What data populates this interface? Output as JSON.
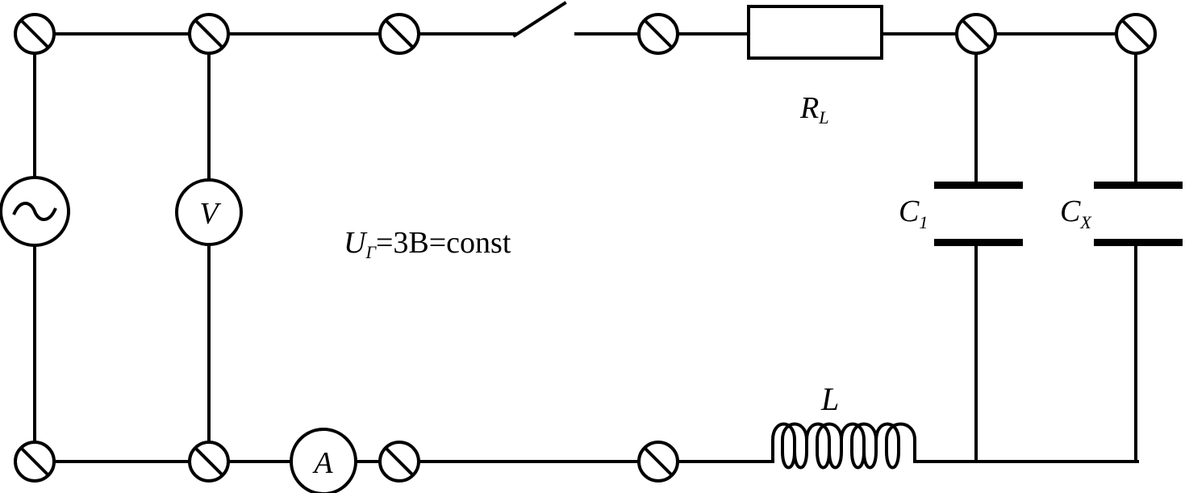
{
  "labels": {
    "resistor": "R",
    "resistor_sub": "L",
    "inductor": "L",
    "capacitor1": "C",
    "capacitor1_sub": "1",
    "capacitor2": "C",
    "capacitor2_sub": "X",
    "voltmeter": "V",
    "ammeter": "A",
    "source": "~",
    "voltage_symbol": "U",
    "voltage_sub": "Г",
    "voltage_value": "=3В=const"
  },
  "colors": {
    "stroke": "#000000",
    "background": "#ffffff"
  },
  "icons": {
    "source": "ac-source-icon",
    "switch": "open-switch-icon",
    "terminal": "terminal-icon"
  }
}
